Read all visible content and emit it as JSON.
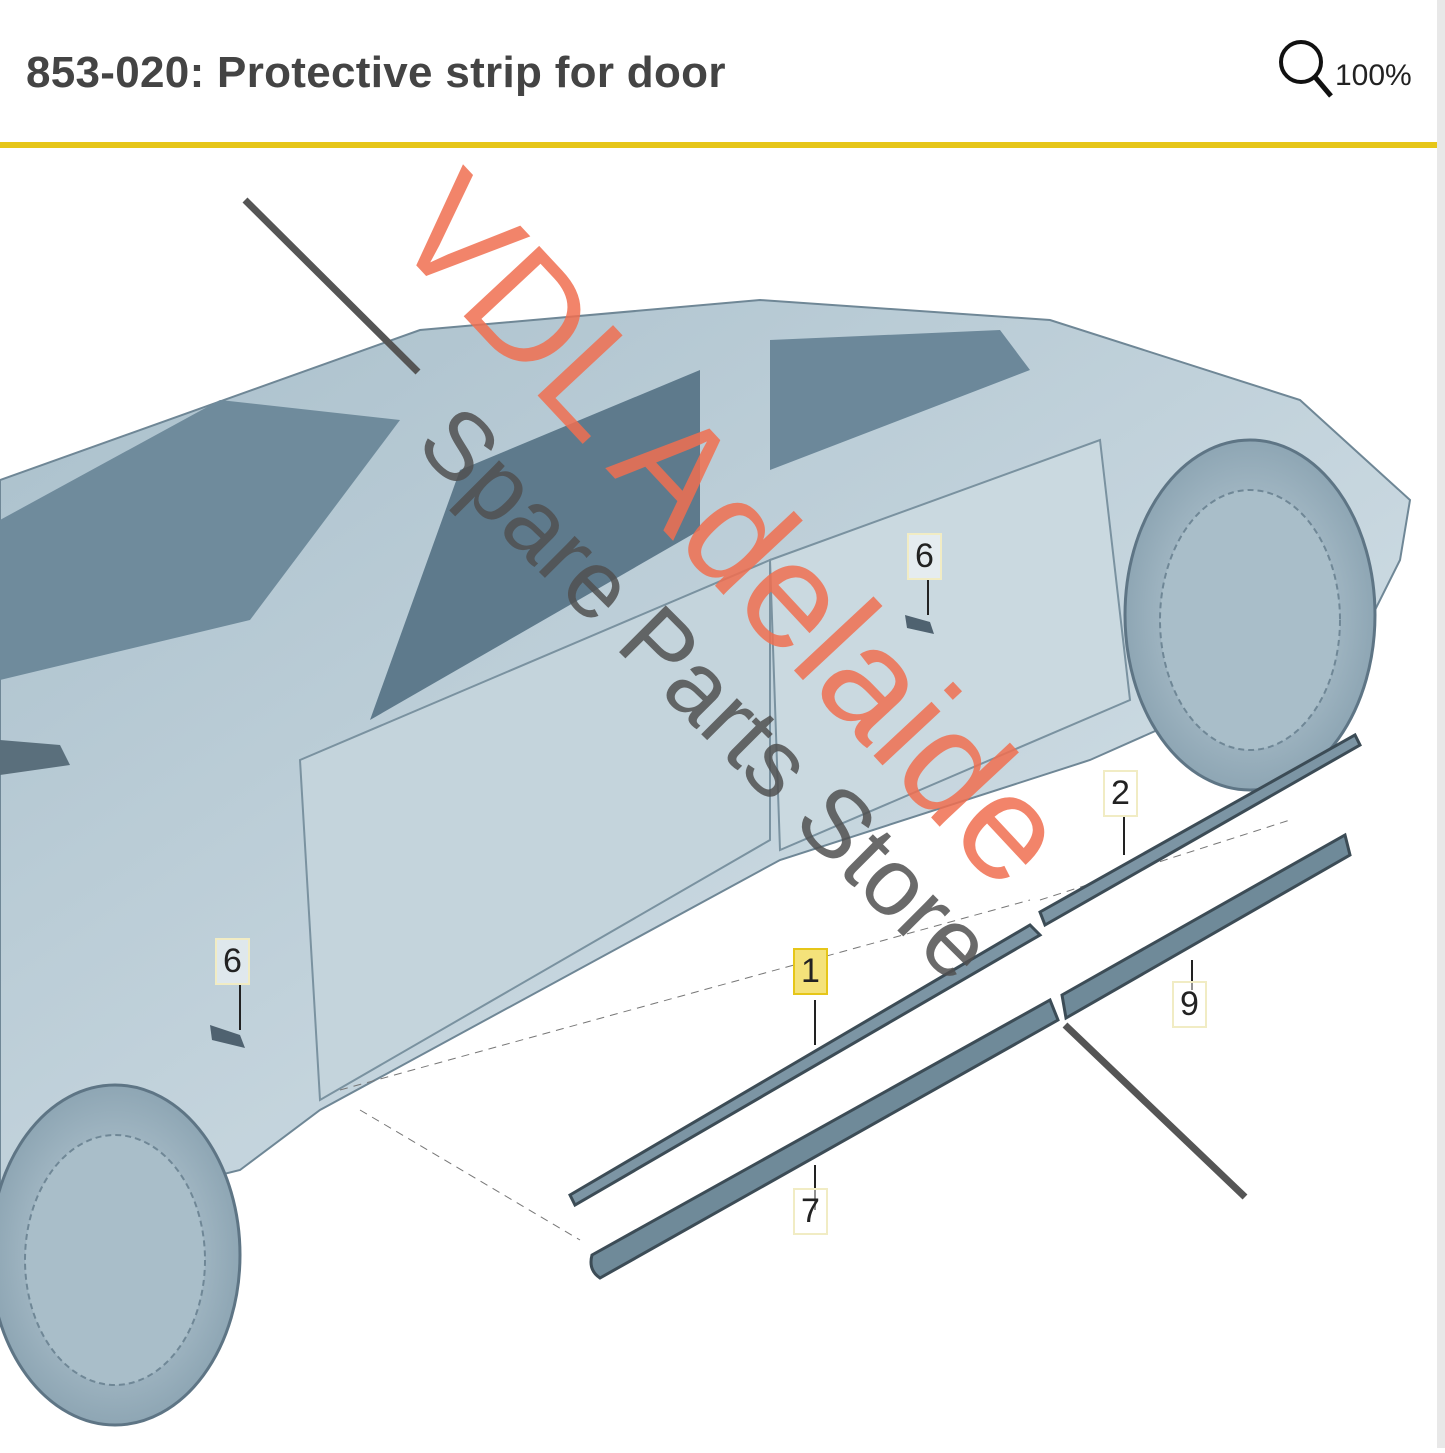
{
  "header": {
    "title": "853-020: Protective strip for door",
    "zoom_level": "100%",
    "zoom_icon": "magnifier-icon"
  },
  "callouts": [
    {
      "id": "1",
      "label": "1",
      "selected": true
    },
    {
      "id": "2",
      "label": "2",
      "selected": false
    },
    {
      "id": "6a",
      "label": "6",
      "selected": false
    },
    {
      "id": "6b",
      "label": "6",
      "selected": false
    },
    {
      "id": "7",
      "label": "7",
      "selected": false
    },
    {
      "id": "9",
      "label": "9",
      "selected": false
    }
  ],
  "watermark": {
    "brand": "VDL Adelaide",
    "subtitle": "Spare Parts Store"
  },
  "colors": {
    "accent": "#e6c619",
    "body": "#b9ccd6",
    "watermark": "#f06e50"
  }
}
